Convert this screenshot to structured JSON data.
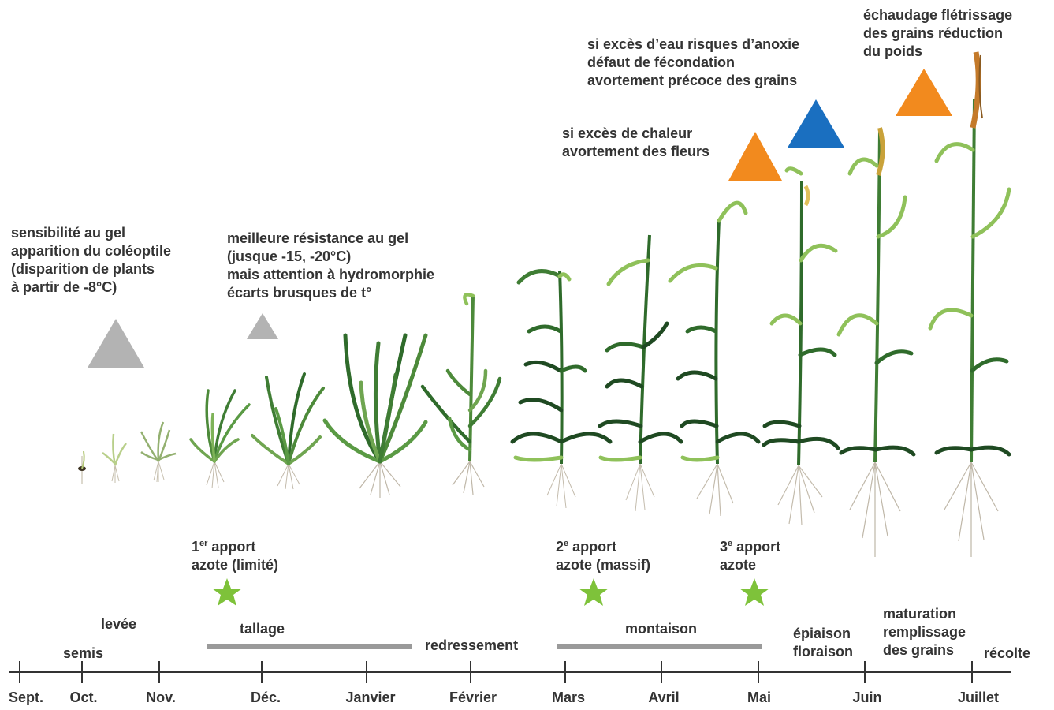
{
  "risks": {
    "gel_coleoptile": {
      "lines": [
        "sensibilité au gel",
        "apparition du coléoptile",
        "(disparition de plants",
        "à partir de -8°C)"
      ],
      "color": "#b0b0b0"
    },
    "gel_resistance": {
      "lines": [
        "meilleure résistance au gel",
        "(jusque -15, -20°C)",
        "mais attention à hydromorphie",
        "écarts brusques de t°"
      ],
      "color": "#b0b0b0"
    },
    "chaleur": {
      "lines": [
        "si excès de chaleur",
        "avortement des fleurs"
      ],
      "color": "#f28a1e"
    },
    "eau": {
      "lines": [
        "si excès d’eau risques d’anoxie",
        "défaut de fécondation",
        "avortement précoce des grains"
      ],
      "color": "#1a6fc0"
    },
    "echaudage": {
      "lines": [
        "échaudage flétrissage",
        "des grains réduction",
        "du poids"
      ],
      "color": "#f28a1e"
    }
  },
  "nitrogen": {
    "first": {
      "num": "1",
      "ord": "er",
      "line1_rest": " apport",
      "line2": "azote (limité)"
    },
    "second": {
      "num": "2",
      "ord": "e",
      "line1_rest": " apport",
      "line2": "azote (massif)"
    },
    "third": {
      "num": "3",
      "ord": "e",
      "line1_rest": " apport",
      "line2": "azote"
    },
    "star_color": "#7ec23a"
  },
  "stages": {
    "levee": "levée",
    "semis": "semis",
    "tallage": "tallage",
    "redressement": "redressement",
    "montaison": "montaison",
    "epiaison": "épiaison",
    "floraison": "floraison",
    "maturation": "maturation",
    "remplissage": "remplissage",
    "des_grains": "des grains",
    "recolte": "récolte"
  },
  "months": [
    "Sept.",
    "Oct.",
    "Nov.",
    "Déc.",
    "Janvier",
    "Février",
    "Mars",
    "Avril",
    "Mai",
    "Juin",
    "Juillet"
  ],
  "colors": {
    "axis": "#333333",
    "period_bar": "#9a9a9a",
    "leaf_dark": "#1f4a22",
    "leaf_light": "#8fc15a",
    "root": "#b9b2a5",
    "ear": "#c9a23a"
  }
}
